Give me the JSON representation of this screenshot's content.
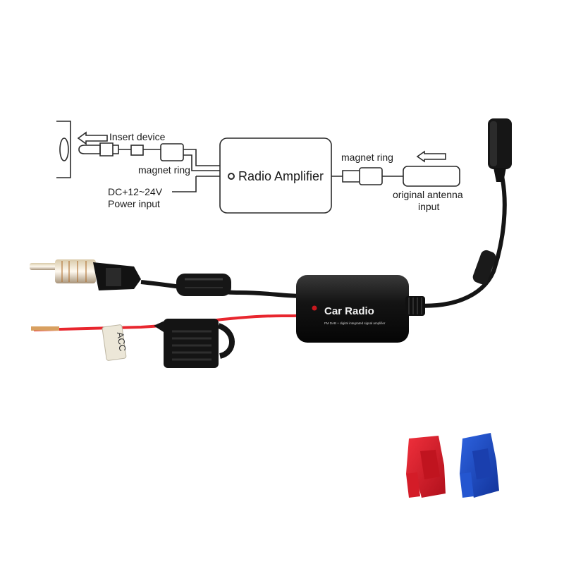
{
  "diagram": {
    "insert_device": "Insert device",
    "magnet_ring_left": "magnet ring",
    "power_line1": "DC+12~24V",
    "power_line2": "Power input",
    "amplifier": "Radio Amplifier",
    "magnet_ring_right": "magnet ring",
    "antenna_line1": "original antenna",
    "antenna_line2": "input"
  },
  "product": {
    "box_label": "Car Radio",
    "box_sublabel": "FM DAB + digital integrated signal amplifier",
    "wire_tag": "ACC"
  },
  "colors": {
    "line": "#2a2a2a",
    "cable": "#151515",
    "red_wire": "#e8262e",
    "connector_red": "#e0202c",
    "connector_blue": "#1f4fc4"
  },
  "icons": [
    "arrow-left-icon",
    "arrow-left-icon"
  ]
}
